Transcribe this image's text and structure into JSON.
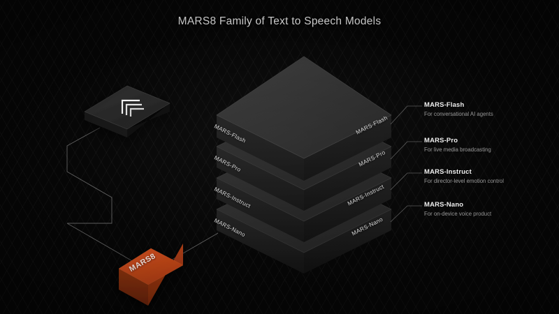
{
  "page": {
    "title": "MARS8 Family of Text to Speech Models",
    "background_color": "#070707",
    "accent_color": "#c2451a"
  },
  "logo_tile": {
    "icon": "nested-chevron-logo-icon",
    "color": "#242424"
  },
  "source_node": {
    "label": "MARS8",
    "top_color": "#c2451a",
    "left_color": "#8a3210",
    "right_color": "#a63a14"
  },
  "stack": {
    "slabs": [
      {
        "name": "MARS-Flash",
        "left_label": "MARS-Flash",
        "right_label": "MARS-Flash",
        "top_color": "#2f2f2f",
        "side_color": "#1b1b1b"
      },
      {
        "name": "MARS-Pro",
        "left_label": "MARS-Pro",
        "right_label": "MARS-Pro",
        "top_color": "#2b2b2b",
        "side_color": "#191919"
      },
      {
        "name": "MARS-Instruct",
        "left_label": "MARS-Instruct",
        "right_label": "MARS-Instruct",
        "top_color": "#282828",
        "side_color": "#171717"
      },
      {
        "name": "MARS-Nano",
        "left_label": "MARS-Nano",
        "right_label": "MARS-Nano",
        "top_color": "#252525",
        "side_color": "#151515"
      }
    ]
  },
  "callouts": [
    {
      "title": "MARS-Flash",
      "desc": "For conversational AI agents"
    },
    {
      "title": "MARS-Pro",
      "desc": "For live media broadcasting"
    },
    {
      "title": "MARS-Instruct",
      "desc": "For director-level emotion control"
    },
    {
      "title": "MARS-Nano",
      "desc": "For on-device voice product"
    }
  ]
}
